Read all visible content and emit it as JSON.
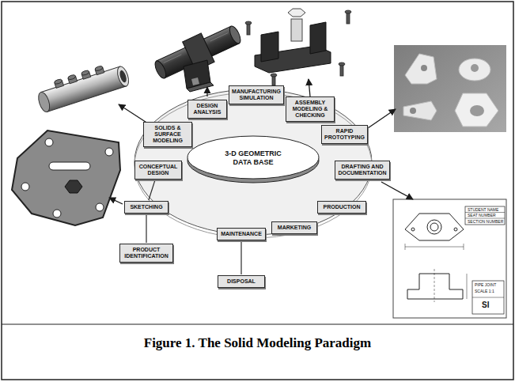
{
  "diagram": {
    "caption": "Figure 1. The Solid Modeling Paradigm",
    "nodes": [
      {
        "text": [
          "SOLIDS & SURFACE MODELING"
        ]
      },
      {
        "text": [
          "DESIGN ANALYSIS"
        ]
      },
      {
        "text": [
          "MANUFACTURING SIMULATION"
        ]
      },
      {
        "text": [
          "ASSEMBLY MODELING & CHECKING"
        ]
      },
      {
        "text": [
          "RAPID PROTOTYPING"
        ]
      },
      {
        "text": [
          "CONCEPTUAL DESIGN"
        ]
      },
      {
        "text": [
          "3-D GEOMETRIC DATA BASE"
        ]
      },
      {
        "text": [
          "DRAFTING AND DOCUMENTATION"
        ]
      },
      {
        "text": [
          "SKETCHING"
        ]
      },
      {
        "text": [
          "PRODUCTION"
        ]
      },
      {
        "text": [
          "MARKETING"
        ]
      },
      {
        "text": [
          "MAINTENANCE"
        ]
      },
      {
        "text": [
          "PRODUCT IDENTIFICATION"
        ]
      },
      {
        "text": [
          "DISPOSAL"
        ]
      }
    ],
    "edges": [
      {
        "from": 12,
        "to": 8,
        "arrow": "none"
      },
      {
        "from": 8,
        "to": 5,
        "arrow": "none"
      },
      {
        "from": 13,
        "to": 11,
        "arrow": "none"
      }
    ],
    "labels": [
      "STUDENT NAME",
      "SEAT NUMBER",
      "SECTION NUMBER",
      "PIPE JOINT",
      "SCALE 1:1",
      "SI"
    ]
  }
}
